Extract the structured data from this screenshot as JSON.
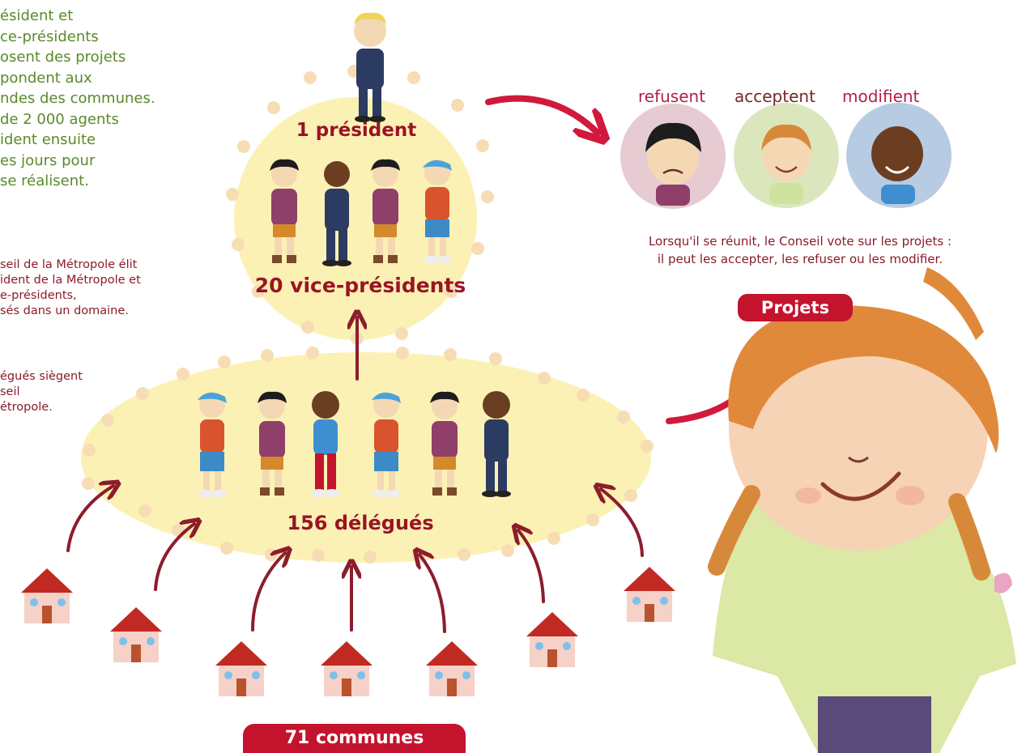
{
  "intro_lines": [
    "ésident et",
    "ce-présidents",
    "osent des projets",
    "pondent aux",
    "ndes des communes.",
    "de 2 000 agents",
    "ident ensuite",
    "es jours pour",
    "se réalisent."
  ],
  "election_lines": [
    "seil de la Métropole élit",
    "ident de la Métropole et",
    "e-présidents,",
    "sés dans un domaine."
  ],
  "delegates_lines": [
    "égués siègent",
    "seil",
    "étropole."
  ],
  "council": {
    "president_label": "1 président",
    "vice_label": "20 vice-présidents",
    "delegates_label": "156 délégués"
  },
  "vote": {
    "refuse": "refusent",
    "accept": "acceptent",
    "modify": "modifient"
  },
  "caption_lines": [
    "Lorsqu'il se réunit, le Conseil vote sur les projets :",
    "il peut les accepter, les refuser ou les modifier."
  ],
  "projects_label": "Projets",
  "communes_label": "71 communes",
  "colors": {
    "ellipse_fill": "#fbf1b4",
    "dot": "#f6ddb4",
    "arrow": "#8c1d2c",
    "red_arrow": "#d0193c",
    "pill": "#c3132d",
    "green_text": "#5a8a2a",
    "refuse_circle": "#e6cbd3",
    "accept_circle": "#dce6bd",
    "modify_circle": "#b7cce3"
  }
}
